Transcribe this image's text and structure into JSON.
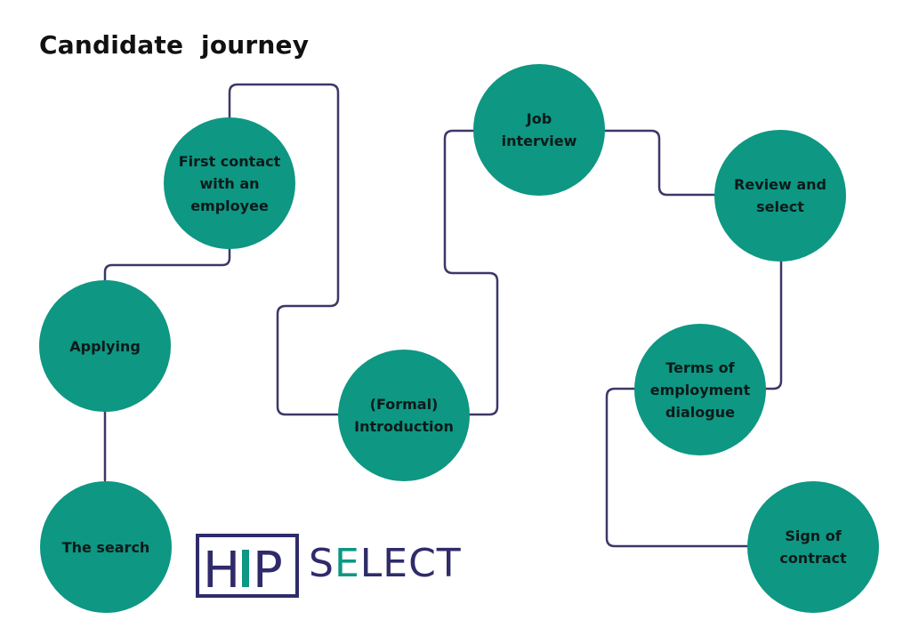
{
  "title": "Candidate  journey",
  "colors": {
    "node_fill": "#0e9783",
    "connector": "#3b3868",
    "logo_dark": "#2f2b6b",
    "logo_accent": "#0e9783"
  },
  "nodes": [
    {
      "id": "the-search",
      "label": "The search"
    },
    {
      "id": "applying",
      "label": "Applying"
    },
    {
      "id": "first-contact",
      "label": "First contact with an employee"
    },
    {
      "id": "formal-introduction",
      "label": "(Formal) Introduction"
    },
    {
      "id": "job-interview",
      "label": "Job interview"
    },
    {
      "id": "review-and-select",
      "label": "Review and select"
    },
    {
      "id": "terms-of-employment",
      "label": "Terms of employment dialogue"
    },
    {
      "id": "sign-of-contract",
      "label": "Sign of contract"
    }
  ],
  "logo": {
    "mark_left": "H",
    "mark_right": "P",
    "word_part1": "S",
    "word_accent": "E",
    "word_part2": "LECT"
  }
}
